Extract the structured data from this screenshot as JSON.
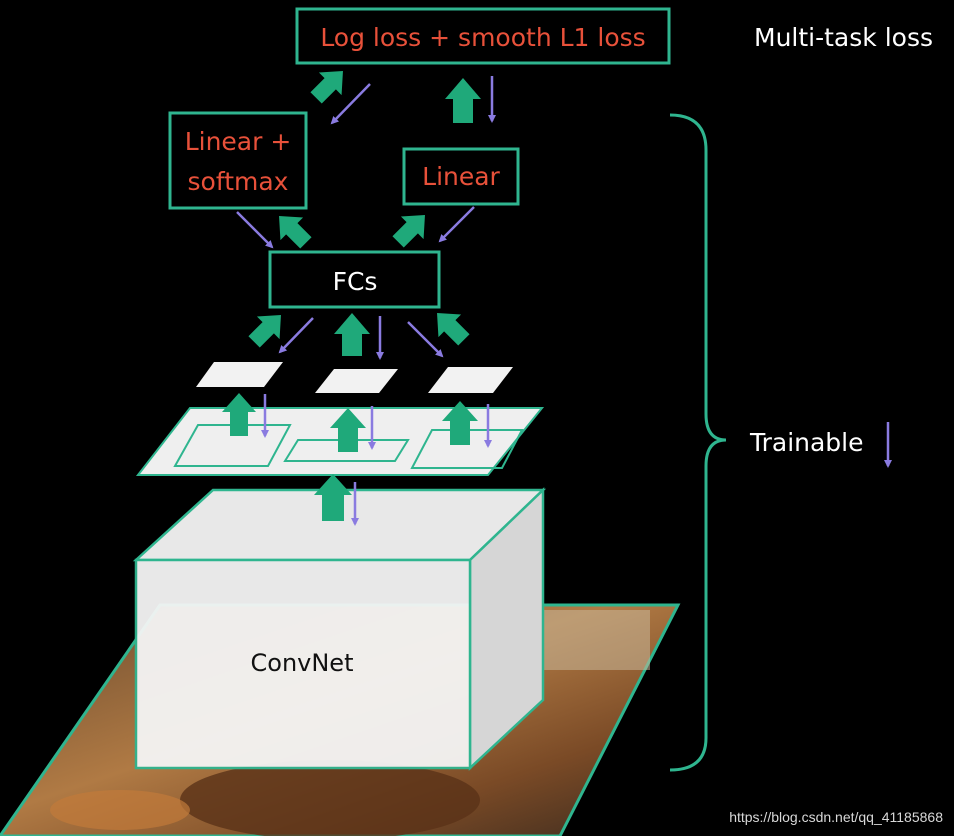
{
  "loss_box": {
    "label": "Log loss + smooth L1 loss"
  },
  "multitask_label": "Multi-task loss",
  "cls_box": {
    "line1": "Linear +",
    "line2": "softmax"
  },
  "reg_box": {
    "label": "Linear"
  },
  "fc_box": {
    "label": "FCs"
  },
  "convnet_label": "ConvNet",
  "trainable_label": "Trainable",
  "watermark": "https://blog.csdn.net/qq_41185868",
  "colors": {
    "box_border": "#2fb58f",
    "red_text": "#e8513a",
    "green_arrow": "#1fa97a",
    "purple_arrow": "#8a7be0",
    "panel": "#f2f2f2"
  }
}
